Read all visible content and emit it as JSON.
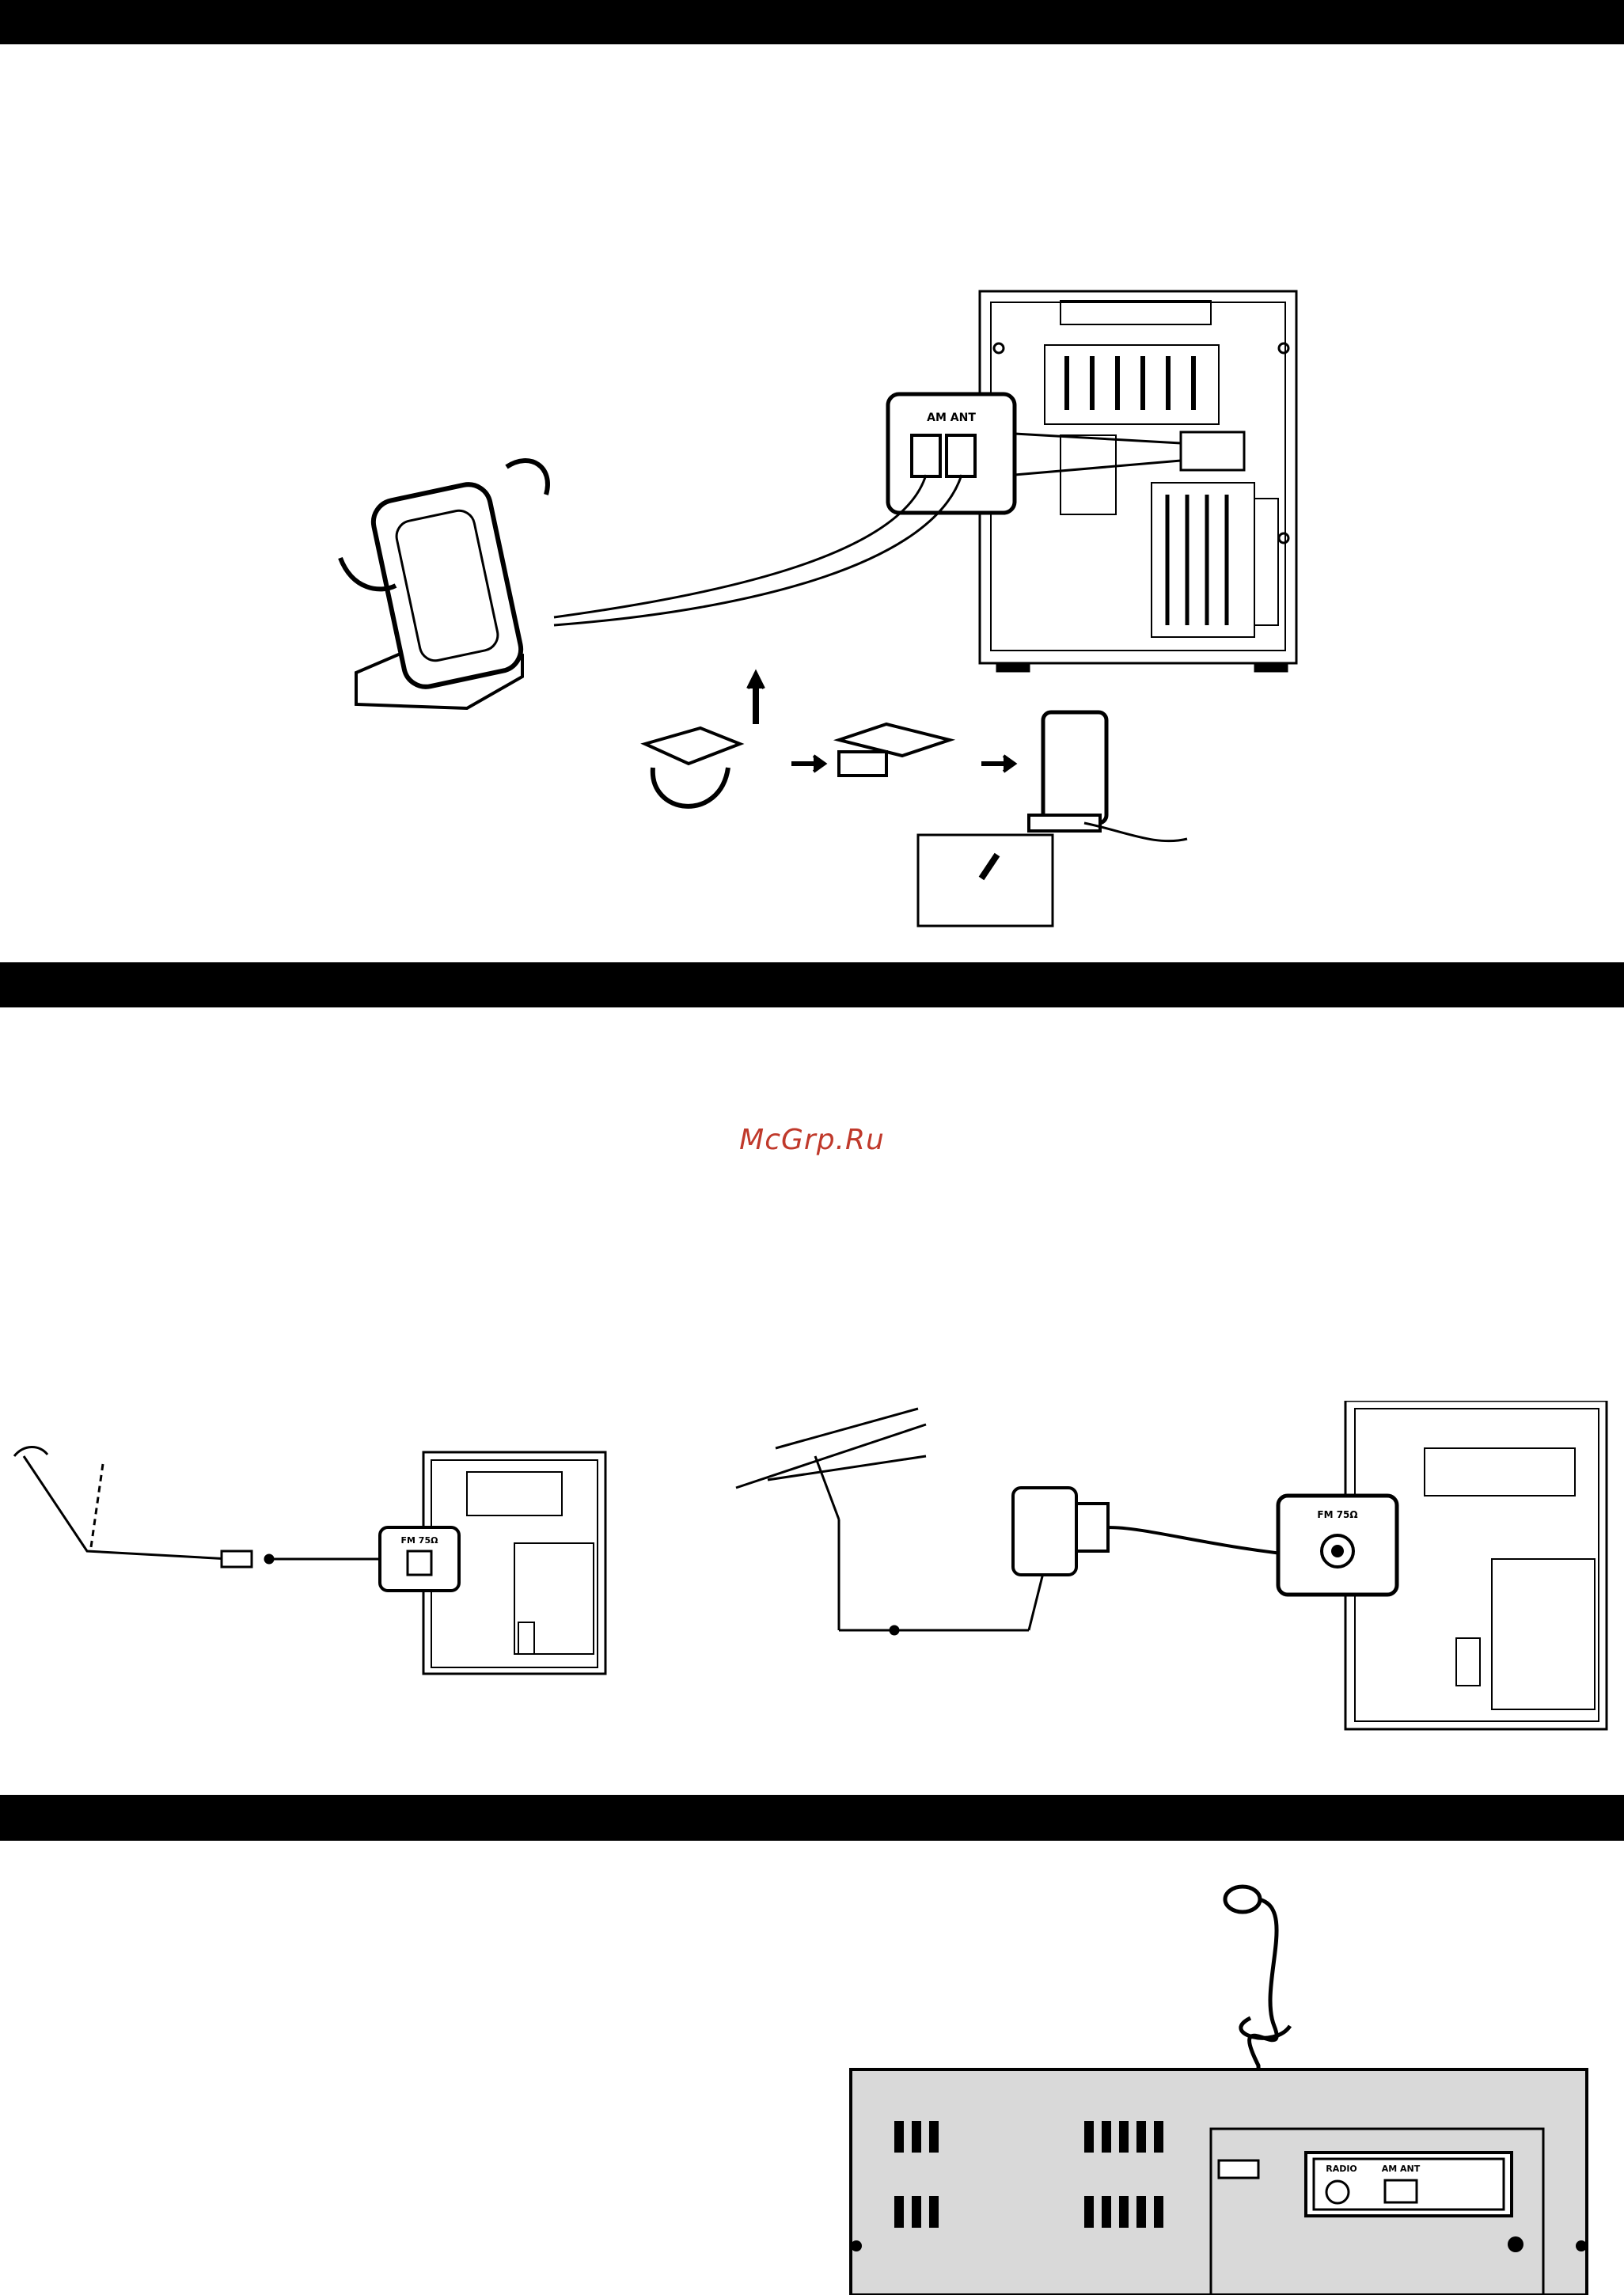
{
  "watermark": "McGrp.Ru",
  "colors": {
    "band": "#000000",
    "watermark": "#c0392b",
    "panel_fill": "#d9d9d9"
  },
  "figures": {
    "am_antenna": {
      "callout_label": "AM ANT"
    },
    "fm_antenna": {
      "small_callout_label": "FM 75Ω",
      "large_callout_label": "FM 75Ω"
    },
    "rear_panel": {
      "radio_label": "RADIO",
      "am_label": "AM ANT"
    }
  }
}
